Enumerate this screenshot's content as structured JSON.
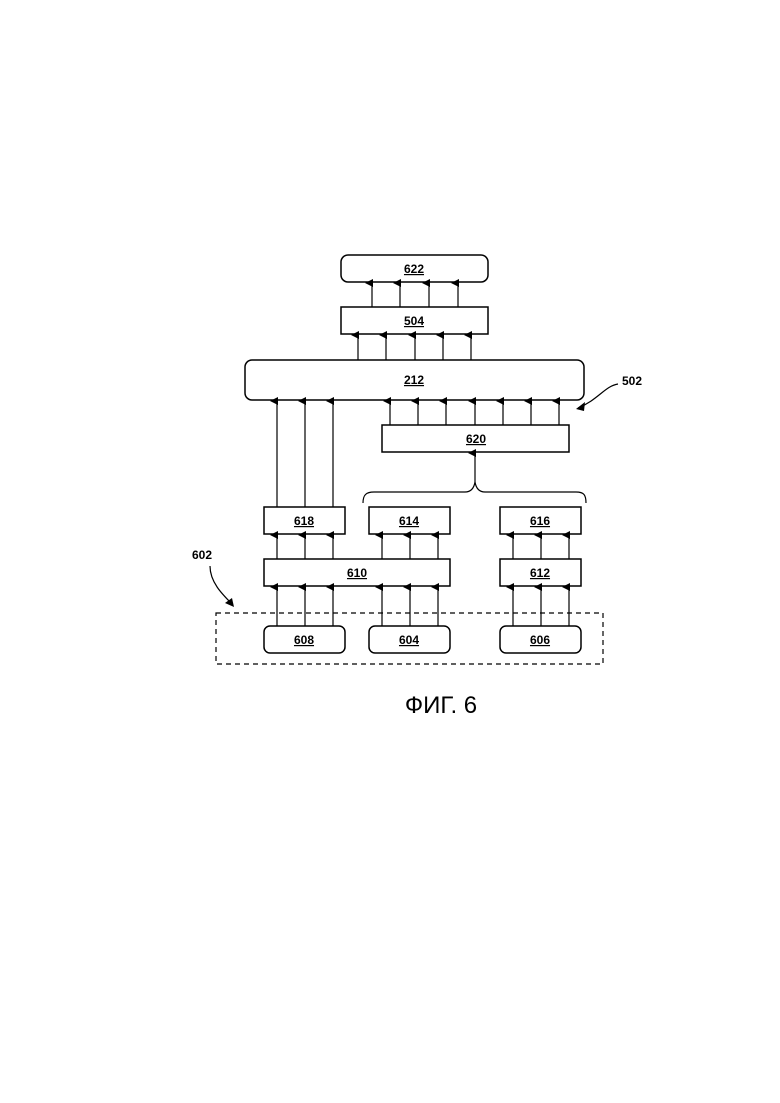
{
  "figure": {
    "caption": "ФИГ. 6",
    "refs": {
      "ref_502": "502",
      "ref_602": "602"
    },
    "blocks": {
      "b622": "622",
      "b504": "504",
      "b212": "212",
      "b620": "620",
      "b618": "618",
      "b614": "614",
      "b616": "616",
      "b610": "610",
      "b612": "612",
      "b608": "608",
      "b604": "604",
      "b606": "606"
    }
  }
}
